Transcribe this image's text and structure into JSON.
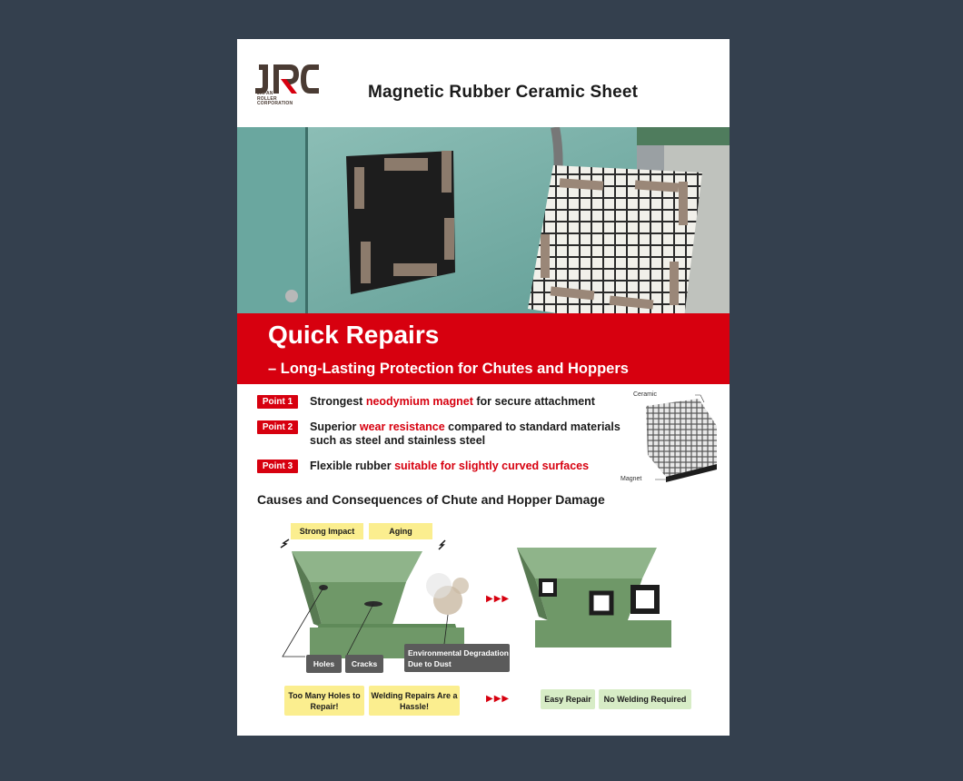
{
  "brand": {
    "logo_mark": "JRC",
    "logo_lines": [
      "JAPAN",
      "ROLLER",
      "CORPORATION"
    ],
    "colors": {
      "red": "#d7000f",
      "brown": "#4a3b33",
      "yellow_tag": "#fbee8f",
      "green_tag": "#d7ecc6",
      "gray_tag": "#5b5b5b",
      "chute_green": "#6f9868"
    }
  },
  "header": {
    "title": "Magnetic Rubber Ceramic Sheet"
  },
  "banner": {
    "headline": "Quick Repairs",
    "subhead": "– Long-Lasting Protection for Chutes and Hoppers"
  },
  "points": [
    {
      "badge": "Point 1",
      "pre": "Strongest ",
      "highlight": "neodymium magnet",
      "post": " for secure attachment",
      "line2": ""
    },
    {
      "badge": "Point 2",
      "pre": "Superior ",
      "highlight": "wear resistance",
      "post": " compared to standard materials",
      "line2": "such as steel and stainless steel"
    },
    {
      "badge": "Point 3",
      "pre": "Flexible rubber ",
      "highlight": "suitable for slightly curved surfaces",
      "post": "",
      "line2": ""
    }
  ],
  "diagram": {
    "label_top": "Ceramic",
    "label_bottom": "Magnet"
  },
  "causes": {
    "title": "Causes and Consequences of Chute and Hopper Damage",
    "top_tags": [
      "Strong Impact",
      "Aging"
    ],
    "damage_tags": [
      "Holes",
      "Cracks"
    ],
    "dust_tag": "Environmental Degradation Due to Dust",
    "problems": [
      "Too Many Holes to Repair!",
      "Welding Repairs Are a Hassle!"
    ],
    "solutions": [
      "Easy Repair",
      "No Welding Required"
    ],
    "arrow_glyph": "▶▶▶"
  }
}
